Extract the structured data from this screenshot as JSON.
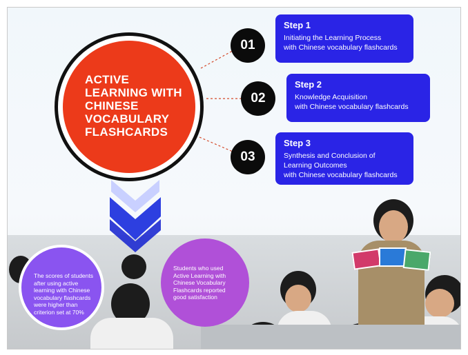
{
  "main_circle": {
    "lines": [
      "ACTIVE",
      "LEARNING WITH",
      "CHINESE",
      "VOCABULARY",
      "FLASHCARDS"
    ]
  },
  "steps": [
    {
      "number": "01",
      "title": "Step 1",
      "desc_lines": [
        "Initiating the Learning Process",
        "with Chinese vocabulary flashcards"
      ]
    },
    {
      "number": "02",
      "title": "Step 2",
      "desc_lines": [
        "Knowledge Acquisition",
        "with Chinese vocabulary flashcards"
      ]
    },
    {
      "number": "03",
      "title": "Step 3",
      "desc_lines": [
        "Synthesis and Conclusion of",
        "Learning Outcomes",
        "with Chinese vocabulary flashcards"
      ]
    }
  ],
  "results": [
    {
      "lines": [
        "The scores of students",
        "after using active",
        "learning with Chinese",
        "vocabulary flashcards",
        "were higher than",
        "criterion set at 70%"
      ]
    },
    {
      "lines": [
        "Students who used",
        "Active Learning with",
        "Chinese Vocabulary",
        "Flashcards reported",
        "good satisfaction"
      ]
    }
  ],
  "colors": {
    "accent_red": "#ec3a1a",
    "step_blue": "#2a24e6",
    "result_purple_1": "#8a54f0",
    "result_purple_2": "#b050d8"
  }
}
